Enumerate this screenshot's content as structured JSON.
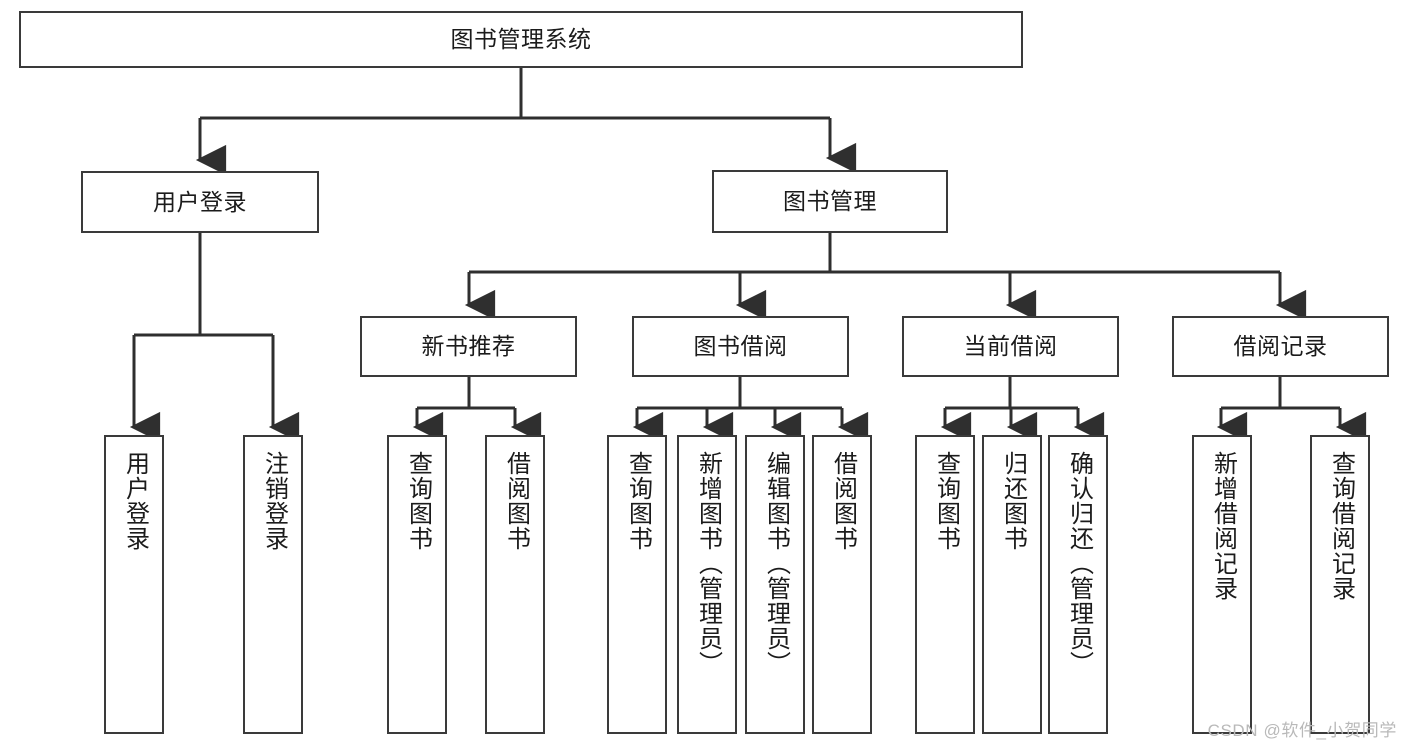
{
  "diagram": {
    "title": "图书管理系统",
    "type": "tree-hierarchy-chart",
    "watermark": "CSDN @软件_小贺同学",
    "colors": {
      "box_border": "#3a3a3a",
      "box_fill": "#ffffff",
      "edge": "#2f2f2f",
      "text": "#1b1b1b",
      "watermark": "#b9b9b9",
      "background": "#ffffff"
    },
    "nodes": {
      "root": {
        "label": "图书管理系统"
      },
      "level1": [
        {
          "label": "用户登录"
        },
        {
          "label": "图书管理"
        }
      ],
      "level2": [
        {
          "label": "新书推荐"
        },
        {
          "label": "图书借阅"
        },
        {
          "label": "当前借阅"
        },
        {
          "label": "借阅记录"
        }
      ],
      "leaves": {
        "user_login": [
          {
            "label": "用户登录"
          },
          {
            "label": "注销登录"
          }
        ],
        "new_book": [
          {
            "label": "查询图书"
          },
          {
            "label": "借阅图书"
          }
        ],
        "book_borrow": [
          {
            "label": "查询图书"
          },
          {
            "label": "新增图书（管理员）"
          },
          {
            "label": "编辑图书（管理员）"
          },
          {
            "label": "借阅图书"
          }
        ],
        "current_borrow": [
          {
            "label": "查询图书"
          },
          {
            "label": "归还图书"
          },
          {
            "label": "确认归还（管理员）"
          }
        ],
        "borrow_record": [
          {
            "label": "新增借阅记录"
          },
          {
            "label": "查询借阅记录"
          }
        ]
      }
    }
  }
}
